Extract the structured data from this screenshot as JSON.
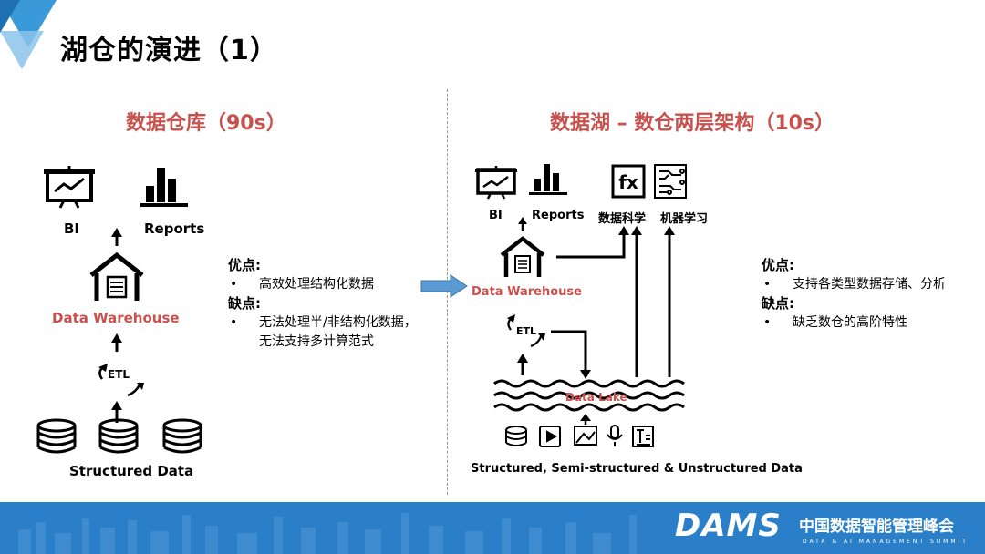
{
  "title": "湖仓的演进（1）",
  "left": {
    "heading": "数据仓库（90s）",
    "bi_label": "BI",
    "reports_label": "Reports",
    "warehouse_label": "Data Warehouse",
    "etl_label": "ETL",
    "source_label": "Structured Data",
    "pros_head": "优点:",
    "pros": [
      "高效处理结构化数据"
    ],
    "cons_head": "缺点:",
    "cons": [
      "无法处理半/非结构化数据，无法支持多计算范式"
    ]
  },
  "right": {
    "heading": "数据湖 – 数仓两层架构（10s）",
    "bi_label": "BI",
    "reports_label": "Reports",
    "ds_label": "数据科学",
    "ml_label": "机器学习",
    "warehouse_label": "Data Warehouse",
    "etl_label": "ETL",
    "lake_label": "Data Lake",
    "source_label": "Structured, Semi-structured & Unstructured Data",
    "pros_head": "优点:",
    "pros": [
      "支持各类型数据存储、分析"
    ],
    "cons_head": "缺点:",
    "cons": [
      "缺乏数仓的高阶特性"
    ]
  },
  "footer": {
    "brand": "DAMS",
    "brand_cn": "中国数据智能管理峰会",
    "brand_sub": "DATA & AI MANAGEMENT SUMMIT"
  },
  "colors": {
    "accent_red": "#c9514d",
    "footer_blue": "#2b7fc8",
    "logo_blue": "#3a9ad9",
    "arrow_blue": "#5b9bd5"
  },
  "icons": [
    "monitor-chart-icon",
    "bar-chart-icon",
    "warehouse-icon",
    "etl-cycle-icon",
    "database-icon",
    "fx-icon",
    "ml-chip-icon",
    "lake-waves-icon",
    "video-icon",
    "image-icon",
    "microphone-icon",
    "text-document-icon"
  ]
}
